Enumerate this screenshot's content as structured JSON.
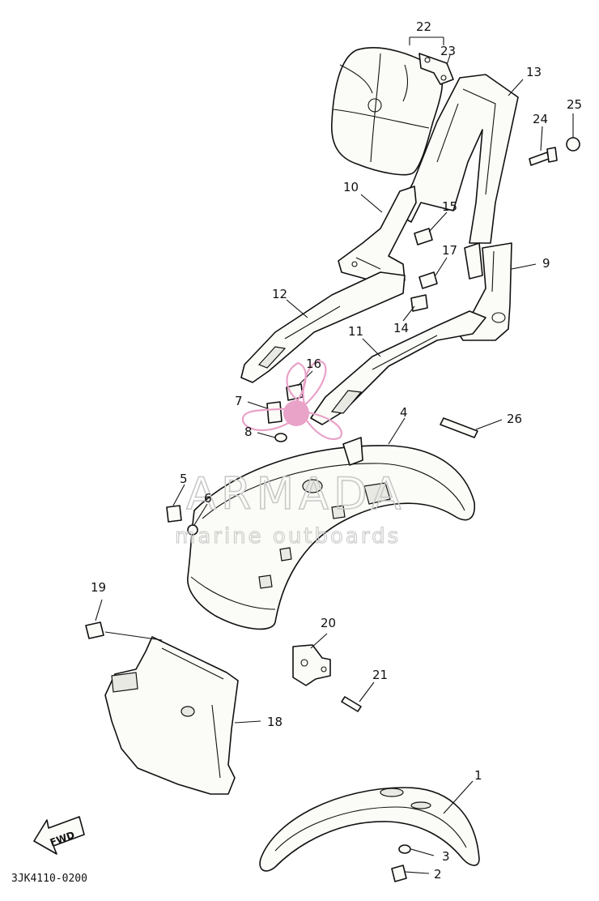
{
  "diagram": {
    "code": "3JK4110-0200",
    "direction_label": "FWD",
    "part_numbers": [
      "1",
      "2",
      "3",
      "4",
      "5",
      "6",
      "7",
      "8",
      "9",
      "10",
      "11",
      "12",
      "13",
      "14",
      "15",
      "16",
      "17",
      "18",
      "19",
      "20",
      "21",
      "22",
      "23",
      "24",
      "25",
      "26"
    ]
  },
  "watermark": {
    "brand": "ARMADA",
    "tagline": "marine outboards",
    "color": "#e9a2c8"
  }
}
